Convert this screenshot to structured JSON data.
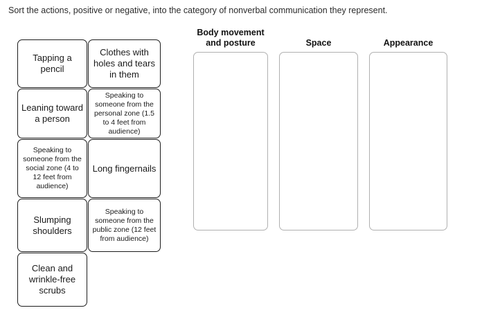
{
  "prompt": "Sort the actions, positive or negative, into the category of nonverbal communication they represent.",
  "source_items": {
    "column_1": [
      {
        "text": "Tapping a pencil",
        "size": "big"
      },
      {
        "text": "Leaning toward a person",
        "size": "big"
      },
      {
        "text": "Speaking to someone from the social zone (4 to 12 feet from audience)",
        "size": "small"
      },
      {
        "text": "Slumping shoulders",
        "size": "big"
      },
      {
        "text": "Clean and wrinkle-free scrubs",
        "size": "big"
      }
    ],
    "column_2": [
      {
        "text": "Clothes with holes and tears in them",
        "size": "big"
      },
      {
        "text": "Speaking to someone from the personal zone (1.5 to 4 feet from audience)",
        "size": "small"
      },
      {
        "text": "Long fingernails",
        "size": "big"
      },
      {
        "text": "Speaking to someone from the public zone (12 feet from audience)",
        "size": "small"
      }
    ]
  },
  "drop_zones": [
    {
      "title": "Body movement and posture",
      "contents": []
    },
    {
      "title": "Space",
      "contents": []
    },
    {
      "title": "Appearance",
      "contents": []
    }
  ],
  "colors": {
    "page_background": "#ffffff",
    "card_border": "#1c1c1c",
    "zone_border": "#b0b0b0",
    "text": "#1a1a1a"
  }
}
